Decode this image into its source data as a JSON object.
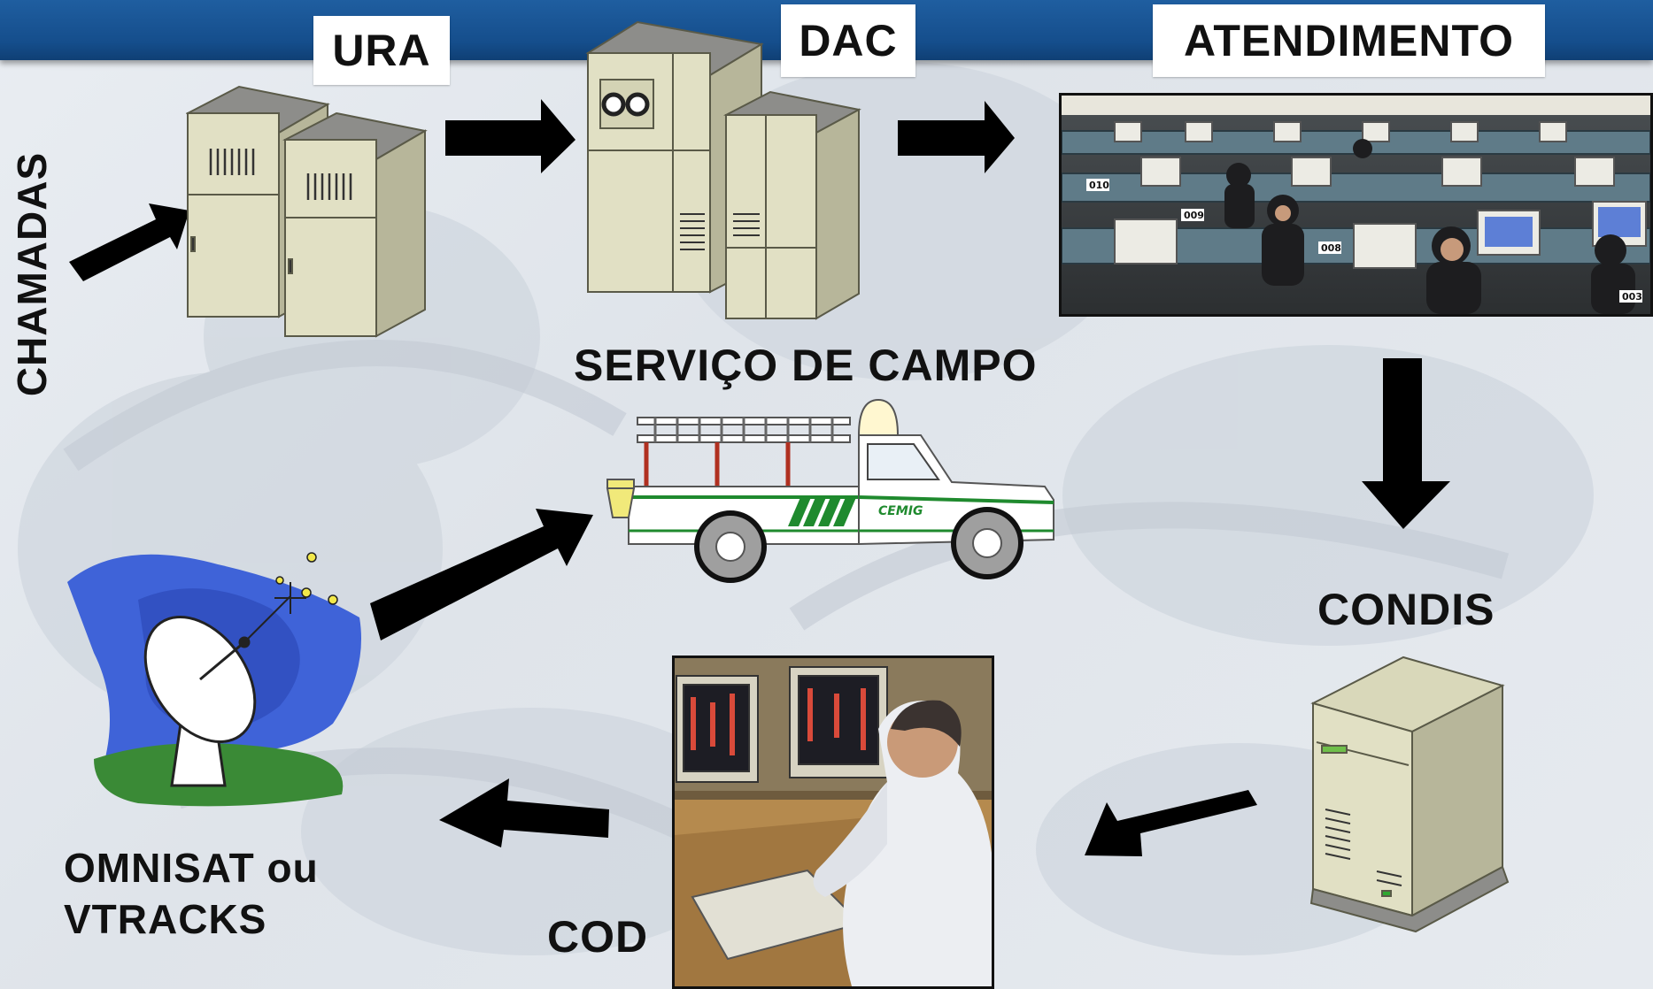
{
  "labels": {
    "ura": "URA",
    "dac": "DAC",
    "atendimento": "ATENDIMENTO",
    "chamadas": "CHAMADAS",
    "servico_de_campo": "SERVIÇO DE CAMPO",
    "condis": "CONDIS",
    "omnisat_line1": "OMNISAT ou",
    "omnisat_line2": "VTRACKS",
    "cod": "COD"
  },
  "truck": {
    "logo_text": "CEMIG"
  },
  "call_center": {
    "desk_numbers": [
      "010",
      "009",
      "008",
      "003"
    ]
  },
  "colors": {
    "band_blue": "#1a5797",
    "server_beige": "#d9d8ba",
    "arrow_black": "#000000",
    "truck_green": "#1f8a2e",
    "sky_blue": "#3f63d8",
    "grass_green": "#3a8a36"
  },
  "icons": {
    "ura": "server-cabinet-icon",
    "dac": "mainframe-cabinet-icon",
    "condis": "tower-server-icon",
    "field_service": "utility-truck-icon",
    "satellite": "satellite-dish-icon"
  }
}
